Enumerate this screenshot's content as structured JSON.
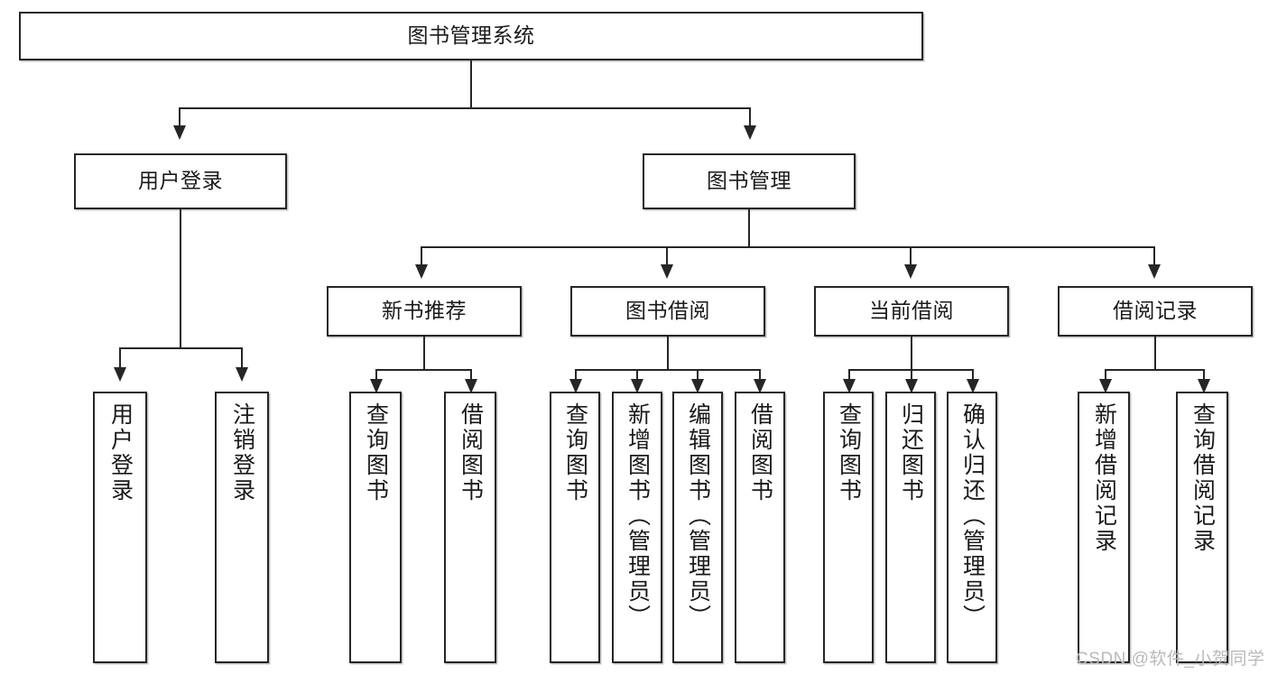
{
  "diagram": {
    "type": "tree-hierarchy-functional-decomposition",
    "title_node": "图书管理系统",
    "watermark": "CSDN @软件_小贺同学",
    "colors": {
      "stroke": "#262626",
      "fill": "#ffffff",
      "text": "#1a1a1a",
      "watermark": "#b9b9b9"
    },
    "nodes": {
      "root": {
        "label": "图书管理系统"
      },
      "level2": [
        {
          "id": "user-login",
          "label": "用户登录"
        },
        {
          "id": "book-management",
          "label": "图书管理"
        }
      ],
      "level3": [
        {
          "id": "new-book-recommend",
          "label": "新书推荐"
        },
        {
          "id": "book-borrow",
          "label": "图书借阅"
        },
        {
          "id": "current-borrow",
          "label": "当前借阅"
        },
        {
          "id": "borrow-record",
          "label": "借阅记录"
        }
      ],
      "leaves": {
        "user_login": [
          {
            "id": "leaf-user-login",
            "label": "用户登录"
          },
          {
            "id": "leaf-logout-login",
            "label": "注销登录"
          }
        ],
        "new_book_recommend": [
          {
            "id": "leaf-query-book-1",
            "label": "查询图书"
          },
          {
            "id": "leaf-borrow-book-1",
            "label": "借阅图书"
          }
        ],
        "book_borrow": [
          {
            "id": "leaf-query-book-2",
            "label": "查询图书"
          },
          {
            "id": "leaf-add-book",
            "label": "新增图书（管理员）"
          },
          {
            "id": "leaf-edit-book",
            "label": "编辑图书（管理员）"
          },
          {
            "id": "leaf-borrow-book-2",
            "label": "借阅图书"
          }
        ],
        "current_borrow": [
          {
            "id": "leaf-query-book-3",
            "label": "查询图书"
          },
          {
            "id": "leaf-return-book",
            "label": "归还图书"
          },
          {
            "id": "leaf-confirm-return",
            "label": "确认归还（管理员）"
          }
        ],
        "borrow_record": [
          {
            "id": "leaf-add-record",
            "label": "新增借阅记录"
          },
          {
            "id": "leaf-query-record",
            "label": "查询借阅记录"
          }
        ]
      }
    }
  }
}
